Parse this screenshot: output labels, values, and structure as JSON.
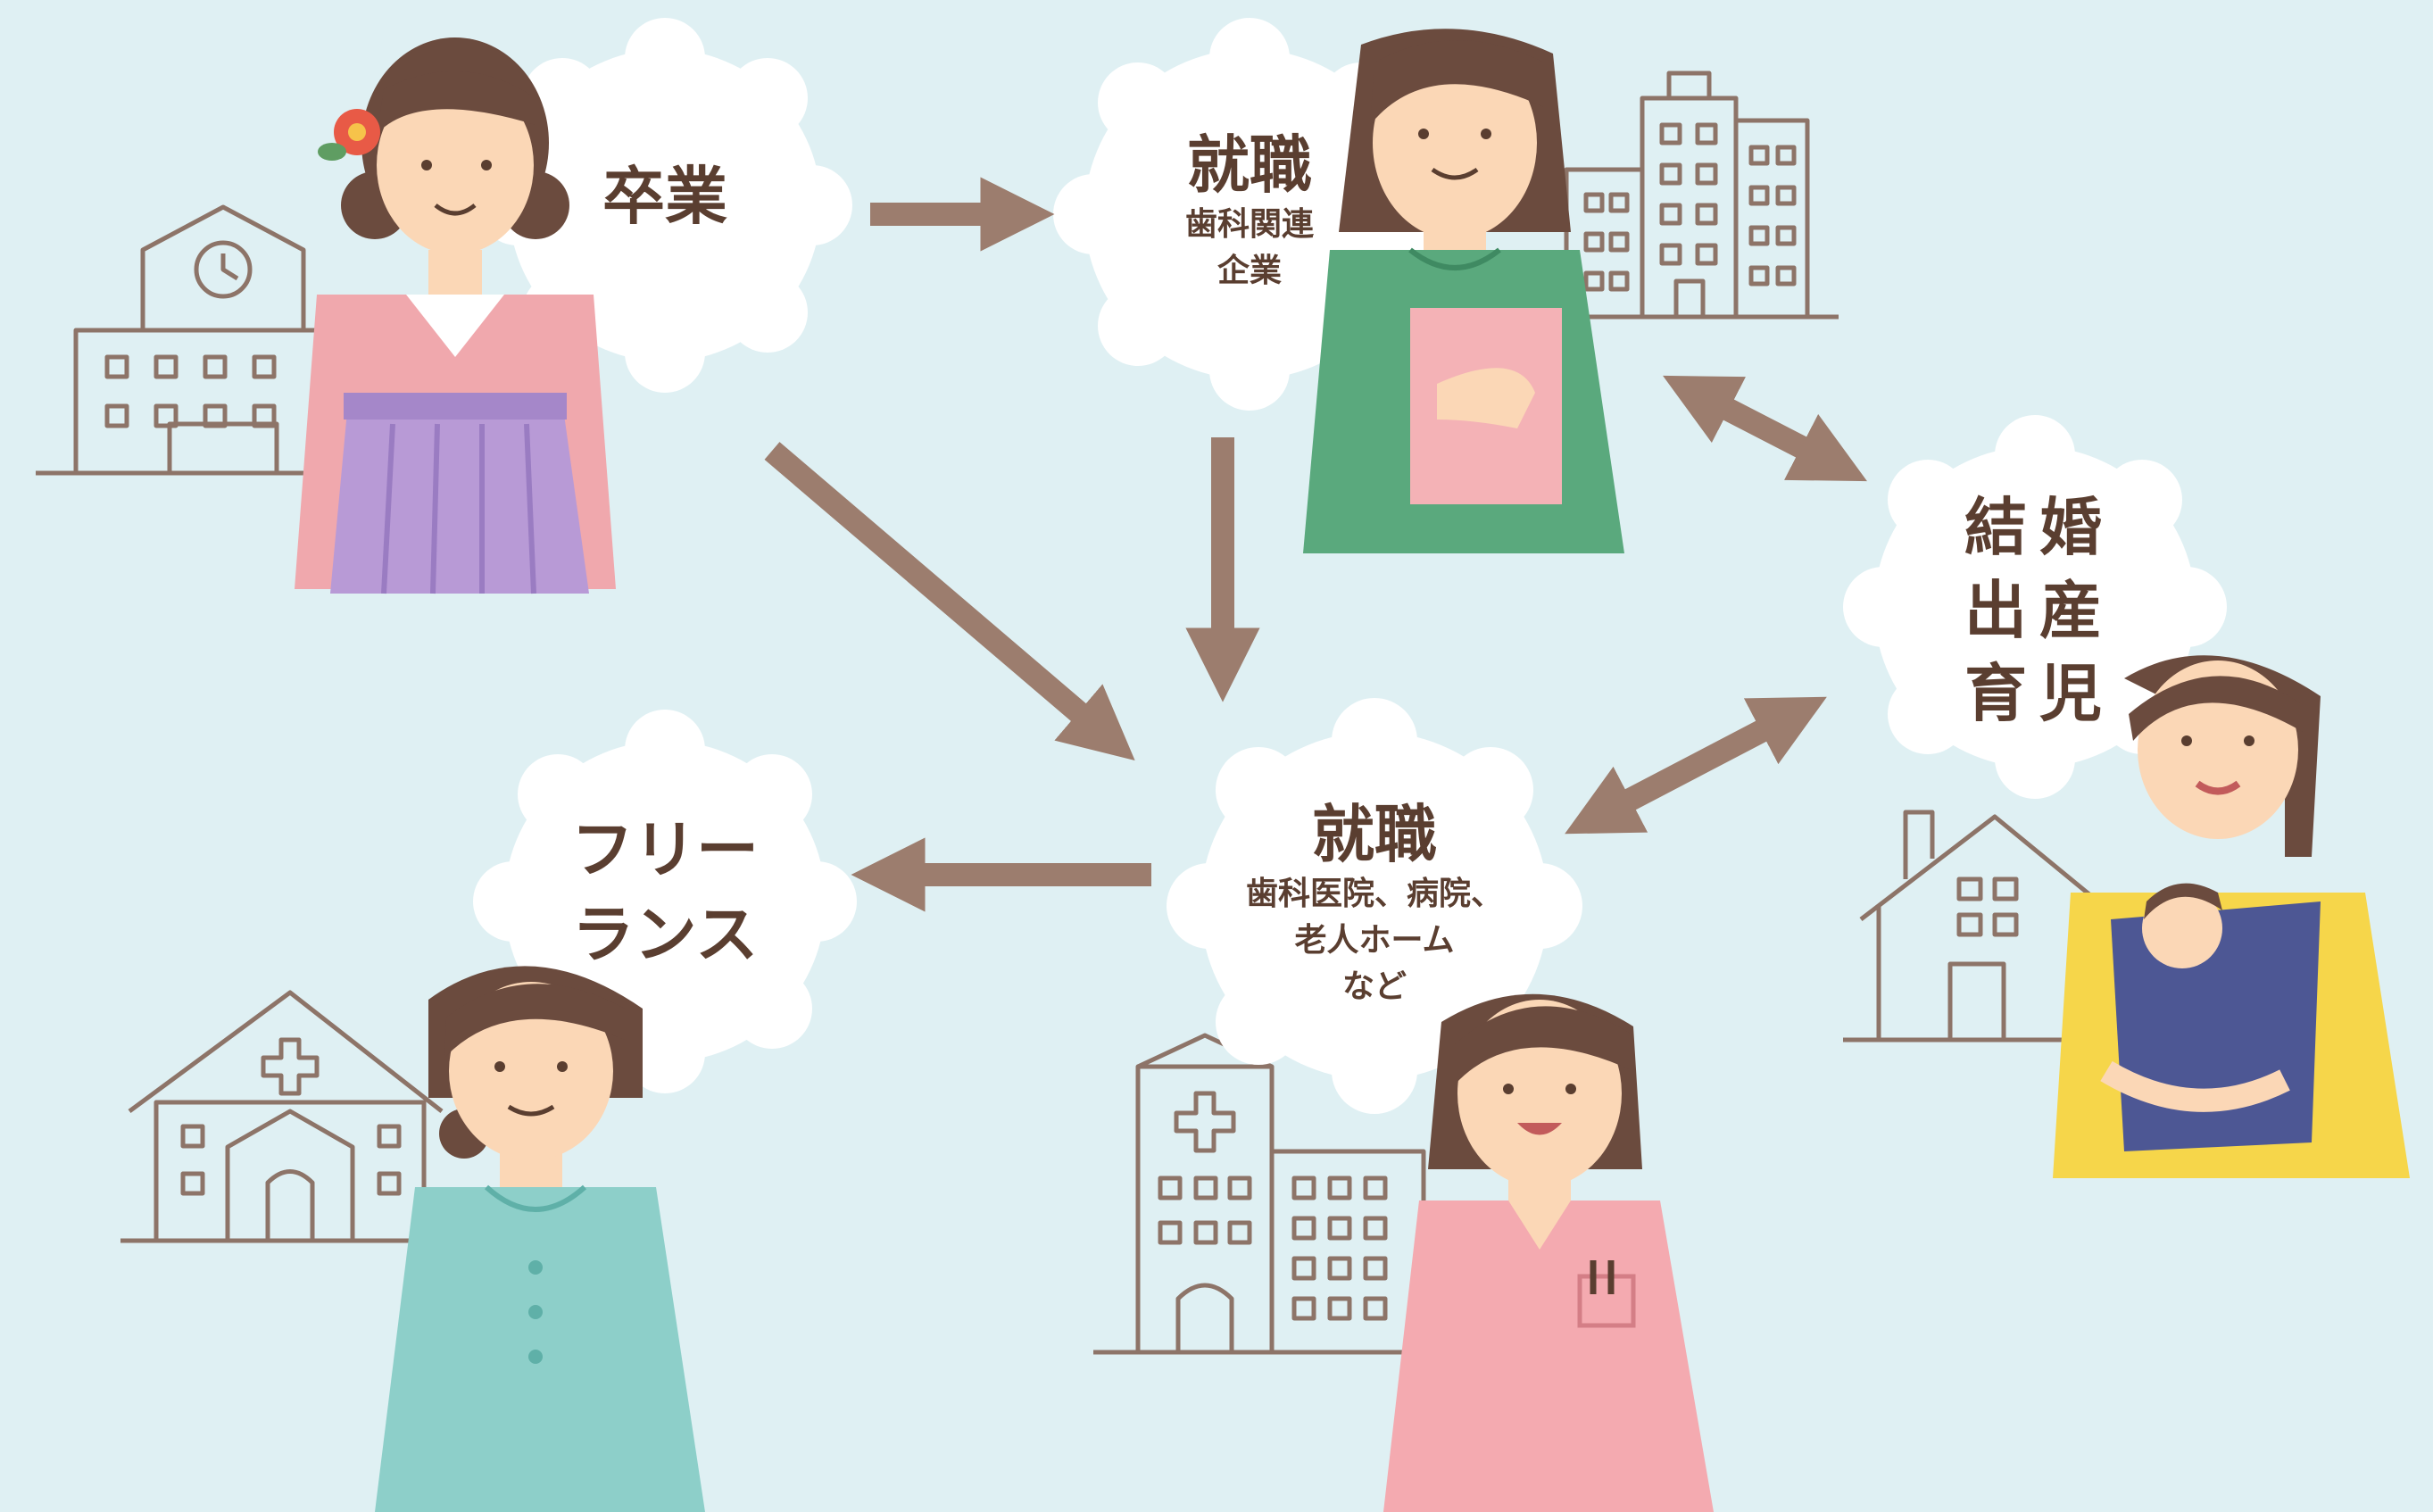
{
  "nodes": {
    "graduation": {
      "title": "卒業"
    },
    "job_company": {
      "title": "就職",
      "detail_lines": [
        "歯科関連",
        "企業"
      ]
    },
    "life_events": {
      "lines": [
        "結婚",
        "出産",
        "育児"
      ]
    },
    "job_clinic": {
      "title": "就職",
      "detail_lines": [
        "歯科医院、病院、",
        "老人ホーム",
        "など"
      ]
    },
    "freelance": {
      "lines": [
        "フリー",
        "ランス"
      ]
    }
  },
  "colors": {
    "background": "#dff0f3",
    "arrow": "#9c7d6e",
    "bubble": "#ffffff",
    "text": "#5a3e30",
    "building_line": "#8d7468"
  },
  "icons": {
    "school": "school-building-icon",
    "office": "office-building-icon",
    "house": "house-icon",
    "hospital": "hospital-icon",
    "clinic": "clinic-icon"
  }
}
